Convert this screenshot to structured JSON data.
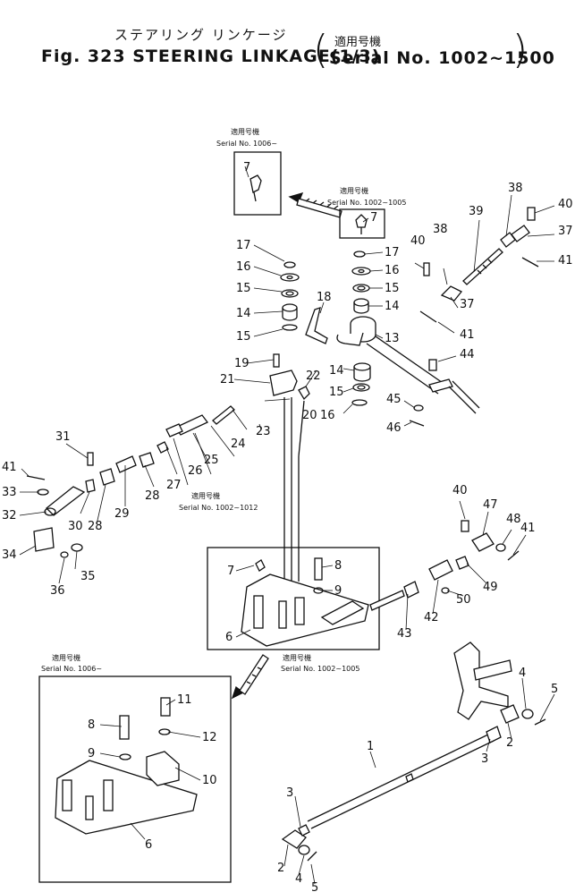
{
  "header": {
    "title_jp": "ステアリング リンケージ",
    "title_en": "Fig. 323 STEERING LINKAGE(1/3)",
    "serial_jp": "適用号機",
    "serial_en": "Serial No. 1002~1500"
  },
  "notes": {
    "applic_jp": "適用号機",
    "serial_1006": "Serial No. 1006~",
    "serial_1002_1005": "Serial No. 1002~1005",
    "serial_1002_1012": "Serial No. 1002~1012"
  },
  "callouts": [
    "1",
    "2",
    "3",
    "4",
    "5",
    "6",
    "7",
    "8",
    "9",
    "10",
    "11",
    "12",
    "13",
    "14",
    "15",
    "16",
    "17",
    "18",
    "19",
    "20",
    "21",
    "22",
    "23",
    "24",
    "25",
    "26",
    "27",
    "28",
    "29",
    "30",
    "31",
    "32",
    "33",
    "34",
    "35",
    "36",
    "37",
    "38",
    "39",
    "40",
    "41",
    "42",
    "43",
    "44",
    "45",
    "46",
    "47",
    "48",
    "49",
    "50"
  ]
}
